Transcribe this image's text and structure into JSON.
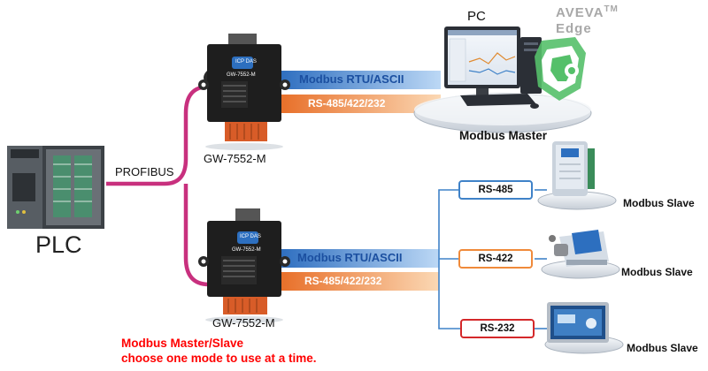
{
  "diagram": {
    "plc": {
      "label": "PLC"
    },
    "fieldbus": {
      "label": "PROFIBUS"
    },
    "gateways": [
      {
        "model": "GW-7552-M",
        "front_text": "GW-7552-M",
        "brand": "ICP DAS"
      },
      {
        "model": "GW-7552-M",
        "front_text": "GW-7552-M",
        "brand": "ICP DAS"
      }
    ],
    "links": [
      {
        "protocol": "Modbus RTU/ASCII",
        "interface": "RS-485/422/232"
      },
      {
        "protocol": "Modbus RTU/ASCII",
        "interface": "RS-485/422/232"
      }
    ],
    "pc": {
      "label": "PC",
      "role": "Modbus Master"
    },
    "software": {
      "name": "AVEVA",
      "trademark": "TM",
      "subname": "Edge"
    },
    "slaves": [
      {
        "bus": "RS-485",
        "role": "Modbus Slave"
      },
      {
        "bus": "RS-422",
        "role": "Modbus Slave"
      },
      {
        "bus": "RS-232",
        "role": "Modbus Slave"
      }
    ],
    "note": {
      "line1": "Modbus Master/Slave",
      "line2": "choose one mode to use at a time."
    },
    "colors": {
      "profibus_cable": "#c8307e",
      "modbus_bar": "#4a90d9",
      "serial_bar": "#f08a3a",
      "branch_line": "#3f82c8",
      "rs485": "#3f82c8",
      "rs422": "#f08a3a",
      "rs232": "#d4282a",
      "note_text": "#ff0000",
      "gateway_body": "#1e1e1e",
      "terminal_block": "#d85c28"
    }
  }
}
